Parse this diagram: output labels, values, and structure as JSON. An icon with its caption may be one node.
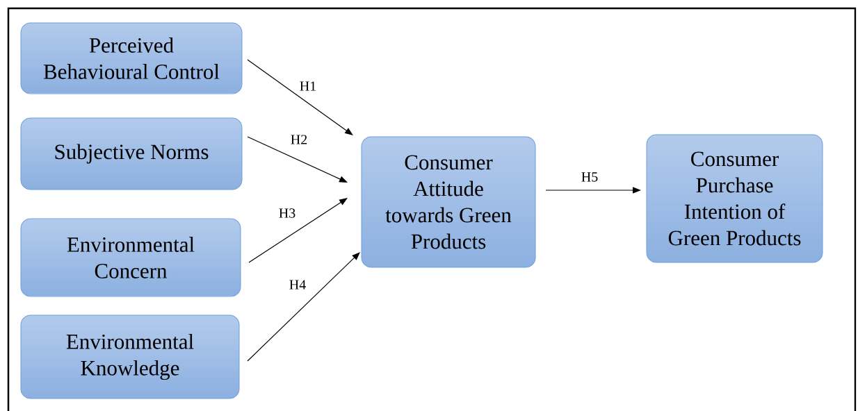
{
  "diagram": {
    "nodes": [
      {
        "text": [
          "Perceived Behavioural Control"
        ]
      },
      {
        "text": [
          "Subjective Norms"
        ]
      },
      {
        "text": [
          "Environmental Concern"
        ]
      },
      {
        "text": [
          "Environmental Knowledge"
        ]
      },
      {
        "text": [
          "Consumer Attitude towards Green Products"
        ]
      },
      {
        "text": [
          "Consumer Purchase Intention of Green Products"
        ]
      }
    ],
    "edges": [
      {
        "from": 0,
        "to": 4,
        "arrow": "to",
        "label": "H1"
      },
      {
        "from": 1,
        "to": 4,
        "arrow": "to",
        "label": "H2"
      },
      {
        "from": 2,
        "to": 4,
        "arrow": "to",
        "label": "H3"
      },
      {
        "from": 3,
        "to": 4,
        "arrow": "to",
        "label": "H4"
      },
      {
        "from": 4,
        "to": 5,
        "arrow": "to",
        "label": "H5"
      }
    ]
  }
}
